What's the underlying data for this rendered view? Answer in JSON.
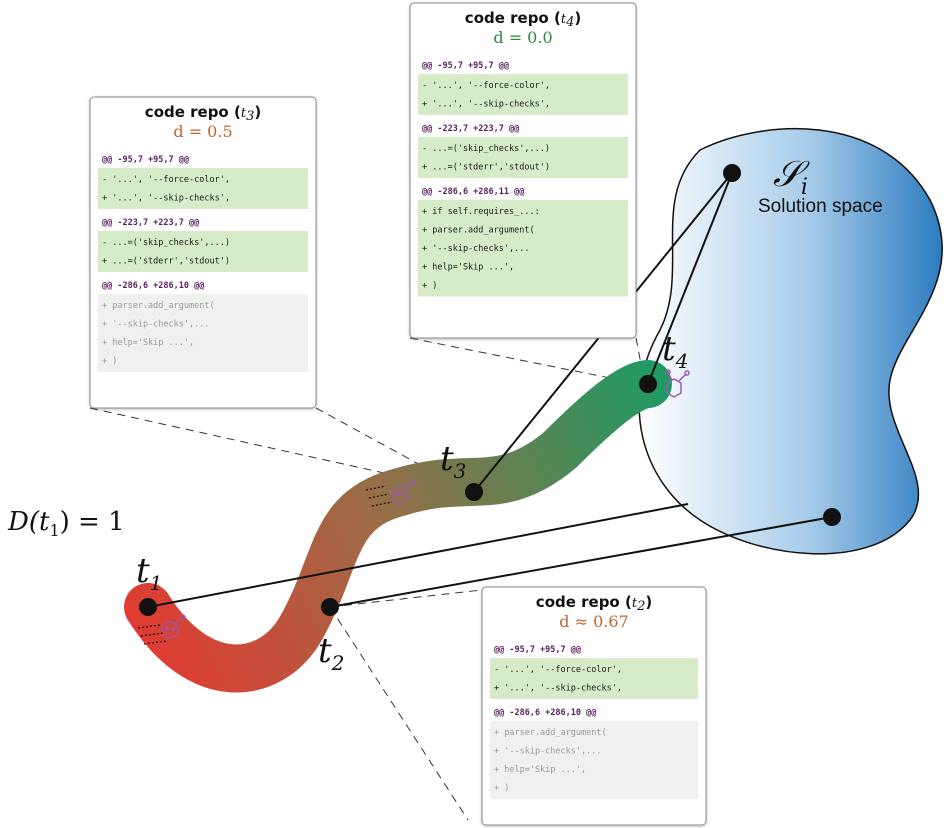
{
  "figure": {
    "space_symbol": "𝒮",
    "space_subscript": "i",
    "space_caption": "Solution space",
    "distance_label": "D(t",
    "distance_label_sub": "1",
    "distance_label_tail": ") = 1",
    "timesteps": [
      {
        "name": "t",
        "sub": "1"
      },
      {
        "name": "t",
        "sub": "2"
      },
      {
        "name": "t",
        "sub": "3"
      },
      {
        "name": "t",
        "sub": "4"
      }
    ]
  },
  "cards": {
    "t3": {
      "title": "code repo (",
      "title_var": "t",
      "title_sub": "3",
      "title_close": ")",
      "distance": "d = 0.5",
      "distance_color": "#c0652a",
      "lines": [
        {
          "kind": "hunk",
          "text": "@@ -95,7 +95,7 @@"
        },
        {
          "kind": "green",
          "text": "- '...', '--force-color',"
        },
        {
          "kind": "green",
          "text": "+ '...', '--skip-checks',"
        },
        {
          "kind": "hunk",
          "text": "@@ -223,7 +223,7 @@"
        },
        {
          "kind": "green",
          "text": "- ...=('skip_checks',...)"
        },
        {
          "kind": "green",
          "text": "+ ...=('stderr','stdout')"
        },
        {
          "kind": "hunk",
          "text": "@@ -286,6 +286,10 @@"
        },
        {
          "kind": "grey",
          "text": "+ parser.add_argument("
        },
        {
          "kind": "grey",
          "text": "+   '--skip-checks',..."
        },
        {
          "kind": "grey",
          "text": "+   help='Skip ...',"
        },
        {
          "kind": "grey",
          "text": "+ )"
        }
      ]
    },
    "t4": {
      "title": "code repo (",
      "title_var": "t",
      "title_sub": "4",
      "title_close": ")",
      "distance": "d = 0.0",
      "distance_color": "#2e8b3e",
      "lines": [
        {
          "kind": "hunk",
          "text": "@@ -95,7 +95,7 @@"
        },
        {
          "kind": "green",
          "text": "- '...', '--force-color',"
        },
        {
          "kind": "green",
          "text": "+ '...', '--skip-checks',"
        },
        {
          "kind": "hunk",
          "text": "@@ -223,7 +223,7 @@"
        },
        {
          "kind": "green",
          "text": "- ...=('skip_checks',...)"
        },
        {
          "kind": "green",
          "text": "+ ...=('stderr','stdout')"
        },
        {
          "kind": "hunk",
          "text": "@@ -286,6 +286,11 @@"
        },
        {
          "kind": "green",
          "text": "+ if self.requires_...:"
        },
        {
          "kind": "green",
          "text": "+ parser.add_argument("
        },
        {
          "kind": "green",
          "text": "+   '--skip-checks',..."
        },
        {
          "kind": "green",
          "text": "+   help='Skip ...',"
        },
        {
          "kind": "green",
          "text": "+ )"
        }
      ]
    },
    "t2": {
      "title": "code repo (",
      "title_var": "t",
      "title_sub": "2",
      "title_close": ")",
      "distance": "d ≈ 0.67",
      "distance_color": "#c0652a",
      "lines": [
        {
          "kind": "hunk",
          "text": "@@ -95,7 +95,7 @@"
        },
        {
          "kind": "green",
          "text": "- '...', '--force-color',"
        },
        {
          "kind": "green",
          "text": "+ '...', '--skip-checks',"
        },
        {
          "kind": "hunk",
          "text": "@@ -286,6 +286,10 @@"
        },
        {
          "kind": "grey",
          "text": "+ parser.add_argument("
        },
        {
          "kind": "grey",
          "text": "+   '--skip-checks',..."
        },
        {
          "kind": "grey",
          "text": "+   help='Skip ...',"
        },
        {
          "kind": "grey",
          "text": "+ )"
        }
      ]
    }
  }
}
